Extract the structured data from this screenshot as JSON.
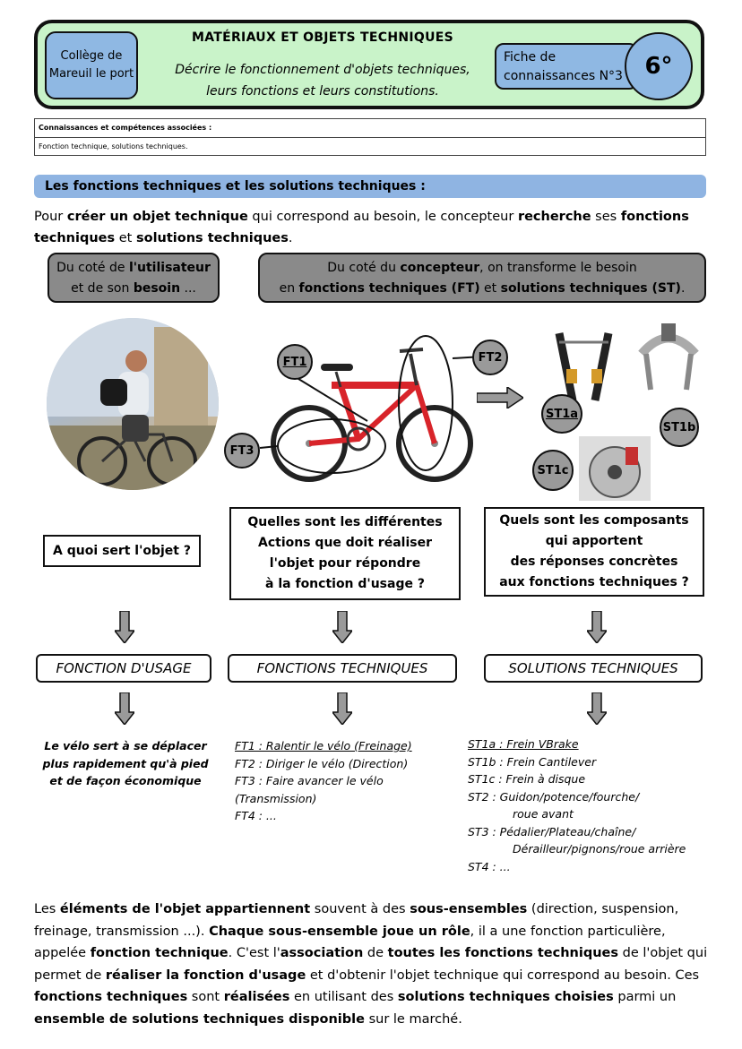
{
  "header": {
    "school": "Collège de Mareuil le port",
    "title": "MATÉRIAUX ET OBJETS TECHNIQUES",
    "subtitle_line1": "Décrire le fonctionnement d'objets techniques,",
    "subtitle_line2": "leurs fonctions et leurs constitutions.",
    "fiche_line1": "Fiche de",
    "fiche_line2": "connaissances N°3",
    "grade": "6°"
  },
  "competences": {
    "heading": "Connaissances et compétences associées :",
    "content": "Fonction technique, solutions techniques."
  },
  "section_title": "Les fonctions techniques et les solutions techniques :",
  "intro": {
    "p1": "Pour ",
    "b1": "créer un objet technique",
    "p2": " qui correspond au besoin, le concepteur ",
    "b2": "recherche",
    "p3": " ses ",
    "b3": "fonctions techniques",
    "p4": " et ",
    "b4": "solutions techniques",
    "p5": "."
  },
  "user_box": {
    "t1": "Du coté de ",
    "b1": "l'utilisateur",
    "t2": "et de son ",
    "b2": "besoin",
    "t3": " ..."
  },
  "designer_box": {
    "t1": "Du coté du ",
    "b1": "concepteur",
    "t2": ", on transforme le besoin",
    "t3": "en ",
    "b2": "fonctions techniques (FT)",
    "t4": " et ",
    "b3": "solutions techniques (ST)",
    "t5": "."
  },
  "labels": {
    "ft1": "FT1",
    "ft2": "FT2",
    "ft3": "FT3",
    "st1a": "ST1a",
    "st1b": "ST1b",
    "st1c": "ST1c"
  },
  "questions": {
    "q1": "A quoi sert l'objet ?",
    "q2_l1": "Quelles sont les différentes",
    "q2_l2": "Actions que doit réaliser",
    "q2_l3": "l'objet pour répondre",
    "q2_l4": "à la fonction d'usage ?",
    "q3_l1": "Quels sont les composants",
    "q3_l2": "qui apportent",
    "q3_l3": "des réponses concrètes",
    "q3_l4": "aux fonctions techniques ?"
  },
  "columns": {
    "usage": "FONCTION D'USAGE",
    "ft": "FONCTIONS TECHNIQUES",
    "st": "SOLUTIONS TECHNIQUES"
  },
  "usage_text": {
    "l1": "Le vélo sert à se déplacer",
    "l2": "plus rapidement qu'à pied",
    "l3": "et de façon économique"
  },
  "ft_list": [
    "FT1 : Ralentir le vélo (Freinage)",
    "FT2 : Diriger le vélo (Direction)",
    "FT3 : Faire avancer le vélo",
    "(Transmission)",
    "FT4 : ..."
  ],
  "st_list": [
    "ST1a : Frein VBrake",
    "ST1b : Frein Cantilever",
    "ST1c : Frein à disque",
    "ST2 : Guidon/potence/fourche/",
    "roue avant",
    "ST3 : Pédalier/Plateau/chaîne/",
    "Dérailleur/pignons/roue arrière",
    "ST4 : ..."
  ],
  "footer": {
    "p1": "Les ",
    "b1": "éléments de l'objet appartiennent",
    "p2": " souvent à des ",
    "b2": "sous-ensembles",
    "p3": " (direction, suspension, freinage, transmission ...). ",
    "b3": "Chaque sous-ensemble joue un rôle",
    "p4": ", il a une fonction particulière, appelée ",
    "b4": "fonction technique",
    "p5": ". C'est l'",
    "b5": "association",
    "p6": " de ",
    "b6": "toutes les fonctions techniques",
    "p7": " de l'objet qui permet de ",
    "b7": "réaliser la fonction d'usage",
    "p8": " et d'obtenir l'objet technique qui correspond au besoin. Ces ",
    "b8": "fonctions techniques",
    "p9": " sont ",
    "b9": "réalisées",
    "p10": " en utilisant des ",
    "b10": "solutions techniques choisies",
    "p11": " parmi un ",
    "b11": "ensemble de solutions techniques disponible",
    "p12": " sur le marché."
  },
  "colors": {
    "header_bg": "#c9f3c9",
    "blue": "#8fb8e3",
    "grey": "#8a8a8a",
    "bike_red": "#d8242a"
  }
}
